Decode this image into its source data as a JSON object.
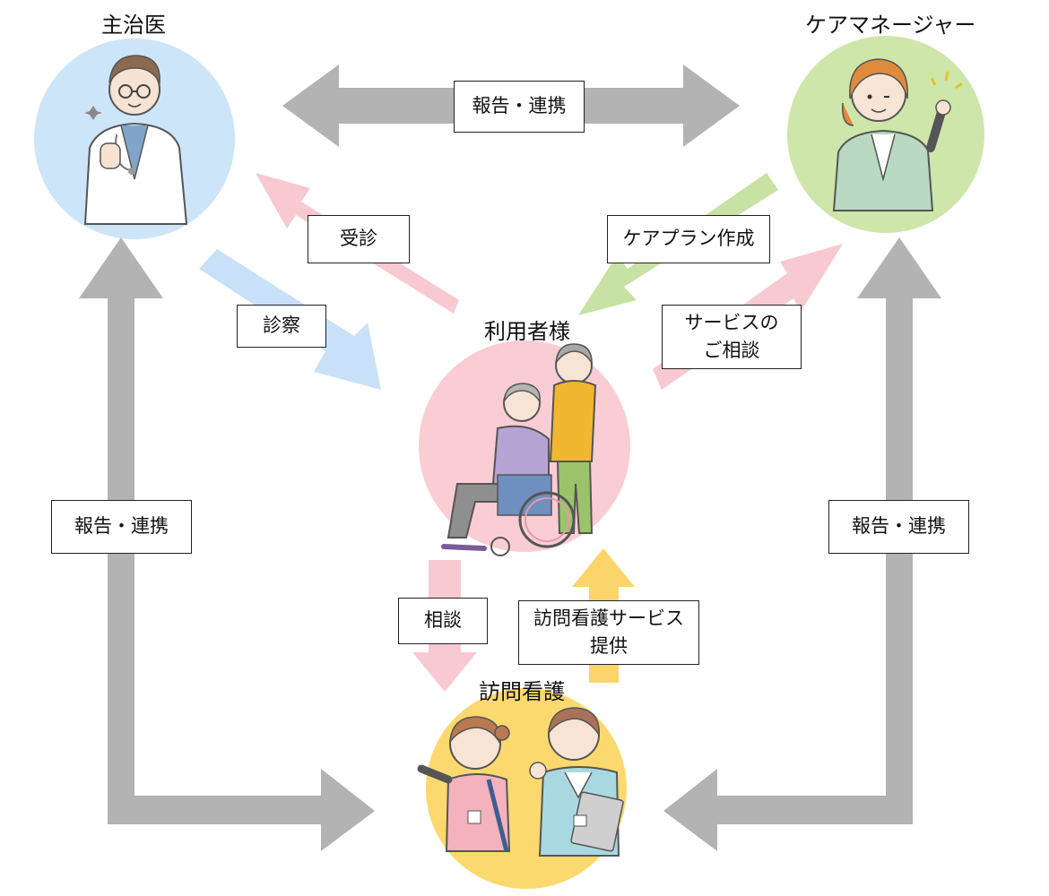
{
  "nodes": {
    "doctor": "主治医",
    "care_manager": "ケアマネージャー",
    "user": "利用者様",
    "home_nursing": "訪問看護"
  },
  "labels": {
    "top_report": "報告・連携",
    "left_report": "報告・連携",
    "right_report": "報告・連携",
    "visit_doctor": "受診",
    "examination": "診察",
    "care_plan": "ケアプラン作成",
    "service_consult_1": "サービスの",
    "service_consult_2": "ご相談",
    "consult": "相談",
    "nursing_service_1": "訪問看護サービス",
    "nursing_service_2": "提供"
  },
  "colors": {
    "gray_arrow": "#b3b3b3",
    "pink": "#f8c9d0",
    "blue": "#c8e1f8",
    "green": "#c7e2a3",
    "yellow": "#fbd56b",
    "doctor_circle": "#cde5f9",
    "care_manager_circle": "#cfe6ab",
    "user_circle": "#f9cdd3",
    "nursing_circle": "#fcd96f"
  }
}
